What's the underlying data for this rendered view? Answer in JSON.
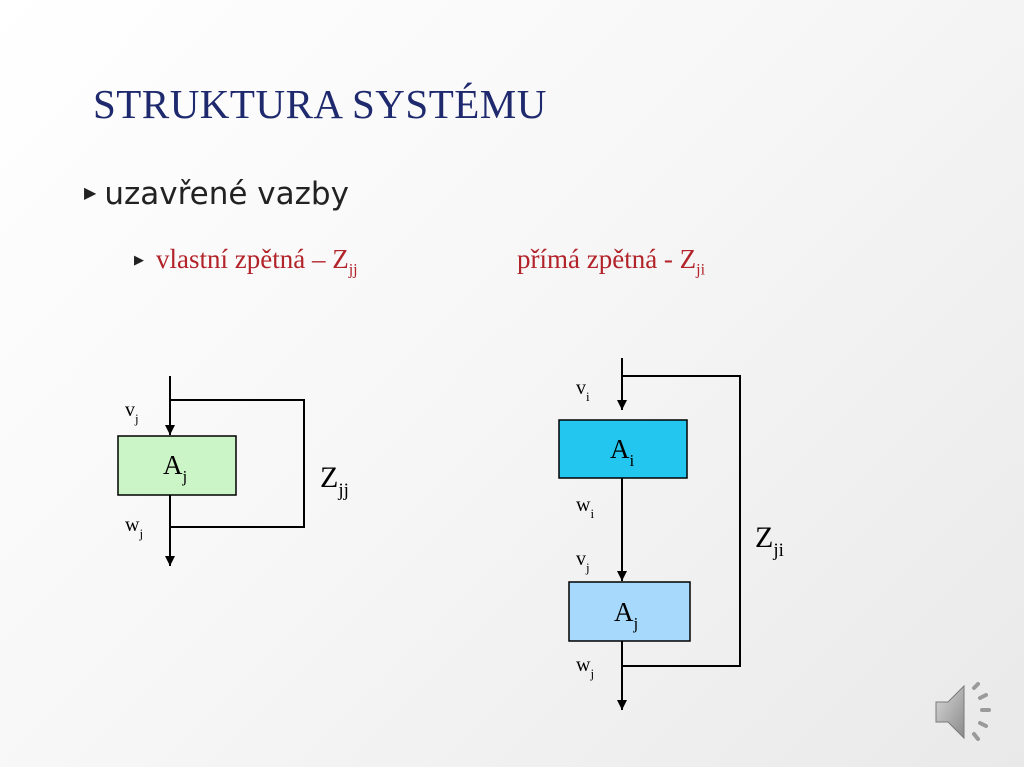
{
  "slide": {
    "title": "STRUKTURA SYSTÉMU",
    "bullet_level1": "uzavřené vazby",
    "bullet_level2_left": {
      "text": "vlastní zpětná – Z",
      "sub": "jj"
    },
    "bullet_level2_right": {
      "text": "přímá zpětná - Z",
      "sub": "ji"
    }
  },
  "diagram_left": {
    "input_label": {
      "base": "v",
      "sub": "j"
    },
    "block_label": {
      "base": "A",
      "sub": "j"
    },
    "output_label": {
      "base": "w",
      "sub": "j"
    },
    "feedback_label": {
      "base": "Z",
      "sub": "jj"
    },
    "block_color": "#ccf5c7"
  },
  "diagram_right": {
    "input_top_label": {
      "base": "v",
      "sub": "i"
    },
    "block_top_label": {
      "base": "A",
      "sub": "i"
    },
    "mid_output_label": {
      "base": "w",
      "sub": "i"
    },
    "mid_input_label": {
      "base": "v",
      "sub": "j"
    },
    "block_bottom_label": {
      "base": "A",
      "sub": "j"
    },
    "output_label": {
      "base": "w",
      "sub": "j"
    },
    "feedback_label": {
      "base": "Z",
      "sub": "ji"
    },
    "block_top_color": "#23c6ee",
    "block_bottom_color": "#a6d9fb"
  },
  "icons": {
    "audio": "speaker-icon"
  },
  "colors": {
    "title": "#1f2a6e",
    "subbullet": "#b2232a"
  }
}
